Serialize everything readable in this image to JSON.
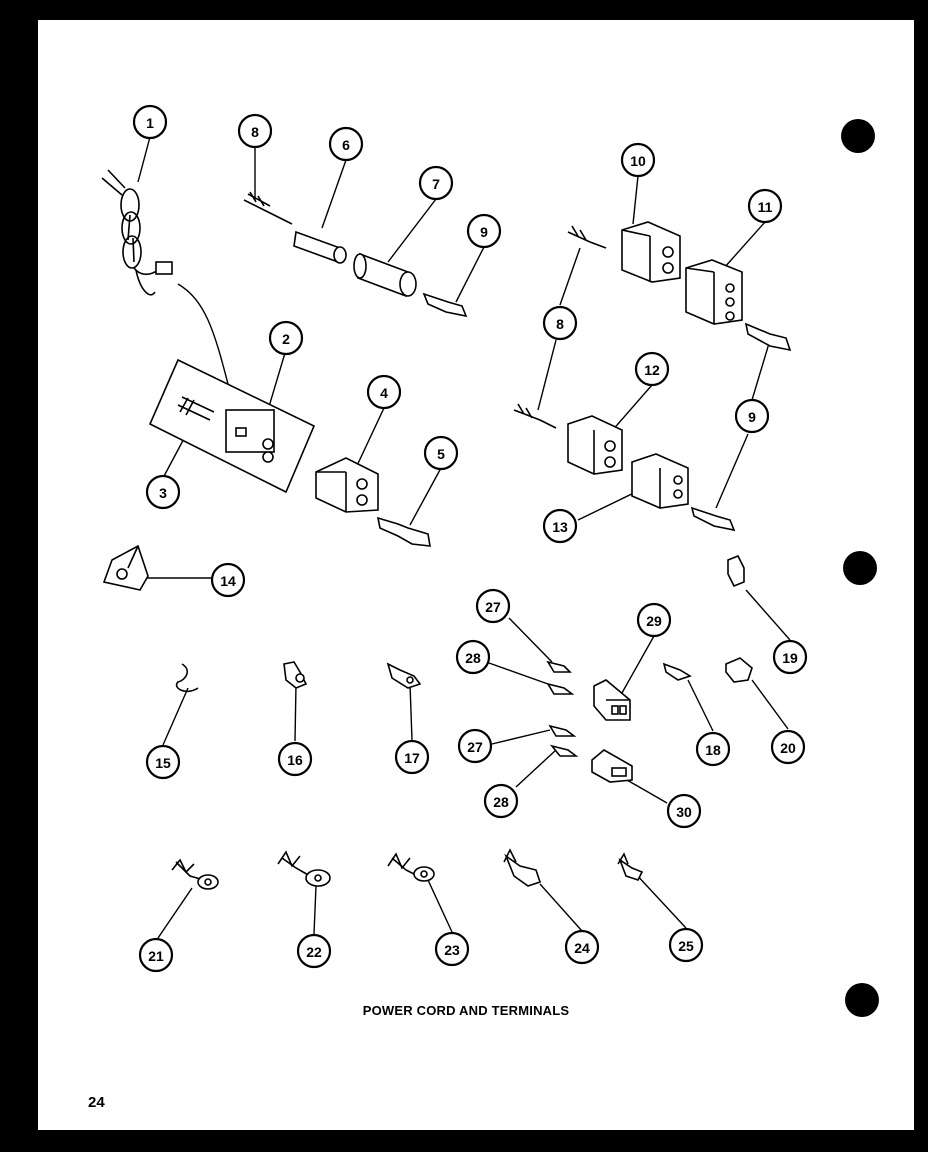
{
  "caption": "POWER CORD AND TERMINALS",
  "page_number": "24",
  "callouts": [
    {
      "n": "1"
    },
    {
      "n": "2"
    },
    {
      "n": "3"
    },
    {
      "n": "4"
    },
    {
      "n": "5"
    },
    {
      "n": "6"
    },
    {
      "n": "7"
    },
    {
      "n": "8"
    },
    {
      "n": "9"
    },
    {
      "n": "10"
    },
    {
      "n": "11"
    },
    {
      "n": "8"
    },
    {
      "n": "9"
    },
    {
      "n": "12"
    },
    {
      "n": "13"
    },
    {
      "n": "14"
    },
    {
      "n": "15"
    },
    {
      "n": "16"
    },
    {
      "n": "17"
    },
    {
      "n": "18"
    },
    {
      "n": "19"
    },
    {
      "n": "20"
    },
    {
      "n": "21"
    },
    {
      "n": "22"
    },
    {
      "n": "23"
    },
    {
      "n": "24"
    },
    {
      "n": "25"
    },
    {
      "n": "27"
    },
    {
      "n": "28"
    },
    {
      "n": "29"
    },
    {
      "n": "27"
    },
    {
      "n": "28"
    },
    {
      "n": "30"
    }
  ]
}
